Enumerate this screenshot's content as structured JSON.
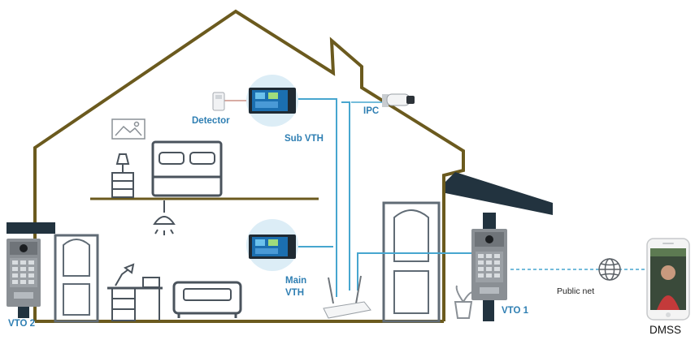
{
  "labels": {
    "detector": "Detector",
    "sub_vth": "Sub VTH",
    "ipc": "IPC",
    "main_vth_line1": "Main",
    "main_vth_line2": "VTH",
    "vto1": "VTO 1",
    "vto2": "VTO 2",
    "public_net": "Public net",
    "dmss": "DMSS"
  },
  "colors": {
    "house_outline": "#6b5a1e",
    "cable": "#47a6cf",
    "label_blue": "#2f7fb3",
    "roof_dark": "#22333f",
    "device_gray": "#7c8185"
  }
}
